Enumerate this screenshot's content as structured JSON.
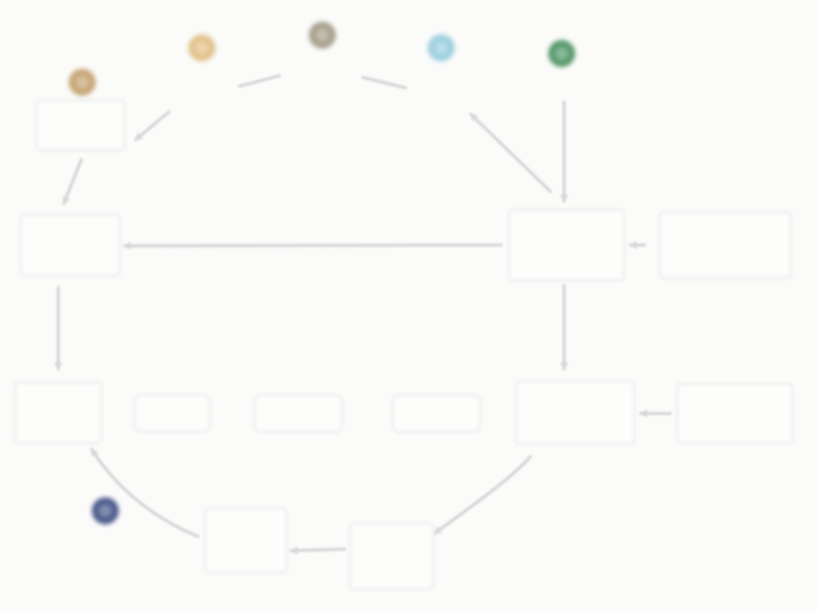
{
  "diagram": {
    "nodes": [
      {
        "id": "top-left-box",
        "label": ""
      },
      {
        "id": "upper-left-label",
        "label": ""
      },
      {
        "id": "top-center-label",
        "label": ""
      },
      {
        "id": "upper-right-label",
        "label": ""
      },
      {
        "id": "top-right-label",
        "label": ""
      },
      {
        "id": "left-box",
        "label": ""
      },
      {
        "id": "right-center-box",
        "label": ""
      },
      {
        "id": "far-right-box-upper",
        "label": ""
      },
      {
        "id": "bottom-left-box",
        "label": ""
      },
      {
        "id": "middle-box-1",
        "label": ""
      },
      {
        "id": "middle-box-2",
        "label": ""
      },
      {
        "id": "middle-box-3",
        "label": ""
      },
      {
        "id": "right-lower-box",
        "label": ""
      },
      {
        "id": "far-right-box-lower",
        "label": ""
      },
      {
        "id": "bottom-center-box",
        "label": ""
      },
      {
        "id": "bottom-right-box",
        "label": ""
      },
      {
        "id": "bottom-left-label",
        "label": ""
      }
    ],
    "dots": [
      {
        "id": "tan-dot-1",
        "color": "#c8a878"
      },
      {
        "id": "gold-dot",
        "color": "#e2c48e"
      },
      {
        "id": "gray-dot",
        "color": "#a9a28e"
      },
      {
        "id": "cyan-dot",
        "color": "#9fd0df"
      },
      {
        "id": "green-dot",
        "color": "#5a9b6f"
      },
      {
        "id": "navy-dot",
        "color": "#4f5f8f"
      }
    ],
    "connector_color": "#d5d8d6"
  }
}
